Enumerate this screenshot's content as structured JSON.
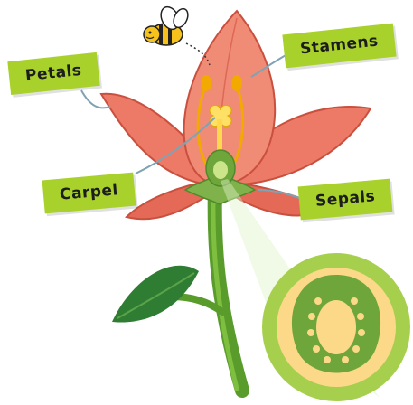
{
  "labels": {
    "petals": "Petals",
    "stamens": "Stamens",
    "carpel": "Carpel",
    "sepals": "Sepals"
  },
  "colors": {
    "label_bg": "#a8d12c",
    "petal": "#ec7a66",
    "petal_dark": "#d65a48",
    "stem": "#5a9c2c",
    "leaf": "#2e7d32",
    "stamen": "#f2a900",
    "cross_section": "#fbd989"
  }
}
